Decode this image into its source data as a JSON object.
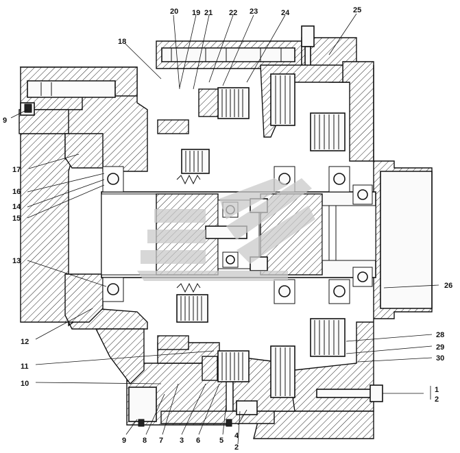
{
  "labels_top": [
    "20",
    "19",
    "21",
    "22",
    "23",
    "24",
    "25"
  ],
  "labels_left": [
    "18",
    "9",
    "17",
    "16",
    "14",
    "15",
    "13",
    "12",
    "11",
    "10"
  ],
  "labels_bottom": [
    "9",
    "8",
    "7",
    "3",
    "6",
    "5",
    "4",
    "2"
  ],
  "labels_right": [
    "26",
    "28",
    "29",
    "30",
    "1",
    "2"
  ]
}
